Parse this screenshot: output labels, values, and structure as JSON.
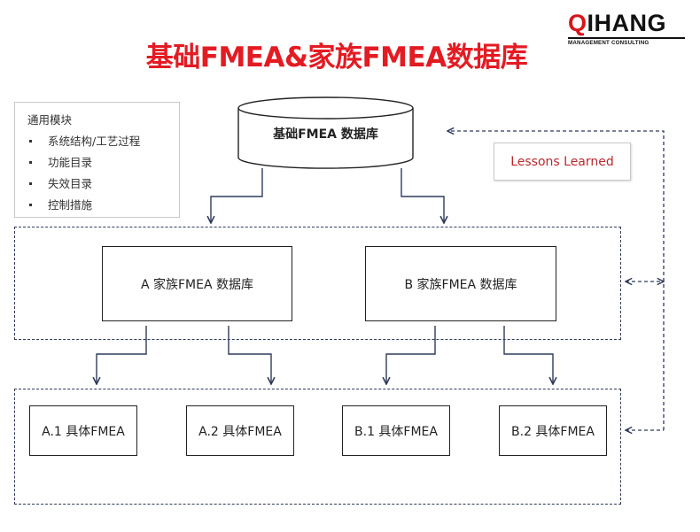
{
  "logo": {
    "name": "QIHANG",
    "tagline": "MANAGEMENT CONSULTING"
  },
  "title": "基础FMEA&家族FMEA数据库",
  "modules": {
    "heading": "通用模块",
    "items": [
      "系统结构/工艺过程",
      "功能目录",
      "失效目录",
      "控制措施"
    ]
  },
  "base_db": "基础FMEA 数据库",
  "lessons": "Lessons Learned",
  "family": [
    "A 家族FMEA 数据库",
    "B 家族FMEA 数据库"
  ],
  "specific": [
    "A.1 具体FMEA",
    "A.2 具体FMEA",
    "B.1 具体FMEA",
    "B.2 具体FMEA"
  ],
  "colors": {
    "title": "#e31b23",
    "logo_accent": "#d8141a",
    "lessons_text": "#b8292e",
    "connector": "#2f3b5a"
  }
}
